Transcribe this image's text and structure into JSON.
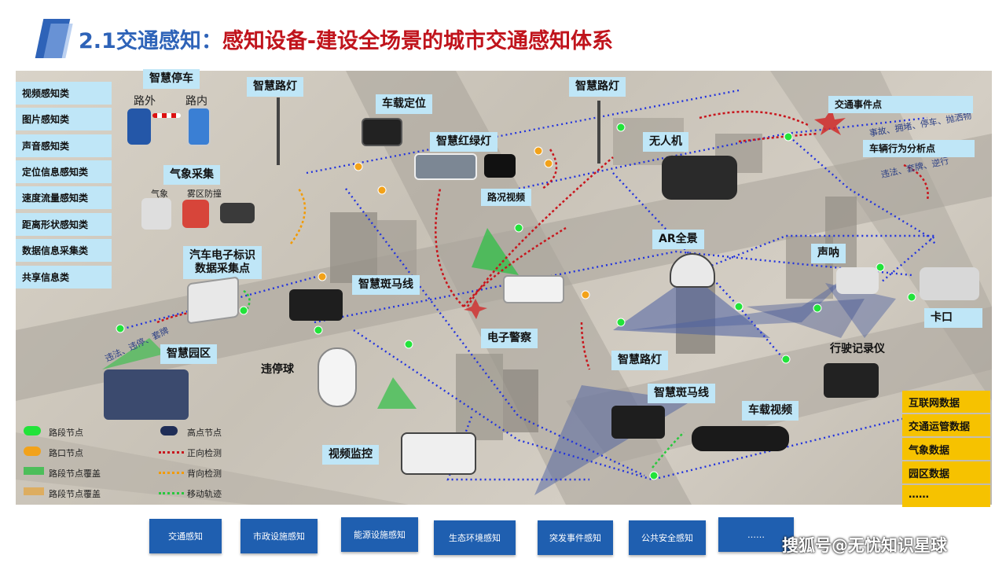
{
  "header": {
    "title_prefix": "2.1交通感知：",
    "title_main": "感知设备-建设全场景的城市交通感知体系"
  },
  "categories": [
    "视频感知类",
    "图片感知类",
    "声音感知类",
    "定位信息感知类",
    "速度流量感知类",
    "距离形状感知类",
    "数据信息采集类",
    "共享信息类"
  ],
  "labels": {
    "smart_parking": "智慧停车",
    "road_outside": "路外",
    "road_inside": "路内",
    "smart_streetlight_1": "智慧路灯",
    "car_positioning": "车载定位",
    "smart_streetlight_2": "智慧路灯",
    "smart_traffic_light": "智慧红绿灯",
    "drone": "无人机",
    "weather_collection": "气象采集",
    "weather": "气象",
    "fog_prevention": "雾区防撞",
    "road_video": "路况视频",
    "e_tag": "汽车电子标识\n数据采集点",
    "smart_crosswalk_1": "智慧斑马线",
    "ar_panorama": "AR全景",
    "sonar": "声呐",
    "checkpoint": "卡口",
    "e_police": "电子警察",
    "smart_park": "智慧园区",
    "parking_ball": "违停球",
    "smart_streetlight_3": "智慧路灯",
    "dashcam": "行驶记录仪",
    "smart_crosswalk_2": "智慧斑马线",
    "car_video": "车载视频",
    "video_monitor": "视频监控",
    "traffic_event": "交通事件点",
    "vehicle_behavior": "车辆行为分析点"
  },
  "map_annotations": {
    "event_types": "事故、拥堵、停车、抛洒物",
    "behavior_types": "违法、套牌、逆行",
    "park_types": "违法、违停、套牌"
  },
  "data_sources": [
    "互联网数据",
    "交通运管数据",
    "气象数据",
    "园区数据",
    "……"
  ],
  "legend": [
    {
      "label": "路段节点",
      "symbol": "green-dot"
    },
    {
      "label": "高点节点",
      "symbol": "navy-dot"
    },
    {
      "label": "路口节点",
      "symbol": "orange-dot"
    },
    {
      "label": "正向检测",
      "symbol": "red-dotted-arrow"
    },
    {
      "label": "路段节点覆盖",
      "symbol": "green-band"
    },
    {
      "label": "背向检测",
      "symbol": "orange-dotted-arrow"
    },
    {
      "label": "路段节点覆盖",
      "symbol": "orange-band"
    },
    {
      "label": "移动轨迹",
      "symbol": "green-dotted-arrow"
    }
  ],
  "bottom_buttons": [
    "交通感知",
    "市政设施感知",
    "能源设施感知",
    "生态环境感知",
    "突发事件感知",
    "公共安全感知",
    "……"
  ],
  "watermark": "搜狐号@无忧知识星球",
  "colors": {
    "title_blue": "#2e63b8",
    "title_red": "#c0141c",
    "label_bg": "#bfe6f7",
    "data_yellow": "#f6c200",
    "button_blue": "#1f5fb0"
  }
}
